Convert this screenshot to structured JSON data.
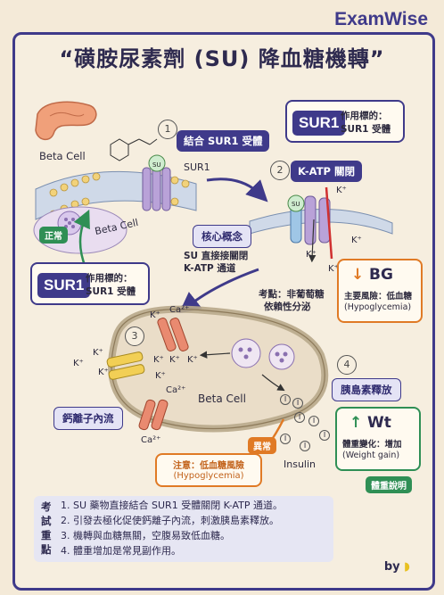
{
  "brand": "ExamWise",
  "title": "“磺胺尿素劑 (SU) 降血糖機轉”",
  "labels": {
    "beta_cell_top": "Beta Cell",
    "beta_cell_membrane": "Beta Cell",
    "beta_cell_main": "Beta Cell",
    "su": "SU",
    "sur1": "SUR1",
    "insulin": "Insulin",
    "k": "K⁺",
    "ca": "Ca²⁺",
    "i": "I"
  },
  "steps": {
    "s1_num": "1",
    "s1_label": "結合 SUR1 受體",
    "s2_num": "2",
    "s2_label": "K-ATP 關閉",
    "s3_num": "3",
    "s4_num": "4",
    "s4_label": "胰島素釋放"
  },
  "sur1_card_top": {
    "badge": "SUR1",
    "line1": "作用標的：",
    "line2": "SUR1 受體"
  },
  "sur1_card_left": {
    "badge": "SUR1",
    "line1": "作用標的：",
    "line2": "SUR1 受體"
  },
  "normal_tag": "正常",
  "core_concept": {
    "label": "核心概念",
    "line1": "SU 直接接關閉",
    "line2": "K-ATP 通道"
  },
  "exam_point": {
    "line1": "考點：非葡萄糖",
    "line2": "依賴性分泌"
  },
  "bg_card": {
    "arrow": "↓",
    "title": "BG",
    "line1": "主要風險：低血糖",
    "line2": "(Hypoglycemia)"
  },
  "wt_card": {
    "arrow": "↑",
    "title": "Wt",
    "line1": "體重變化：增加",
    "line2": "(Weight gain)",
    "tag": "體重說明"
  },
  "calcium_label": "鈣離子內流",
  "abnormal_tag": "異常",
  "warning": {
    "line1": "注意：低血糖風險",
    "line2": "(Hypoglycemia)"
  },
  "summary": {
    "keyword": [
      "考",
      "試",
      "重",
      "點"
    ],
    "items": [
      "1. SU 藥物直接結合 SUR1 受體關閉 K-ATP 通道。",
      "2. 引發去極化促使鈣離子內流，刺激胰島素釋放。",
      "3. 機轉與血糖無關，空腹易致低血糖。",
      "4. 體重增加是常見副作用。"
    ]
  },
  "by": "by"
}
